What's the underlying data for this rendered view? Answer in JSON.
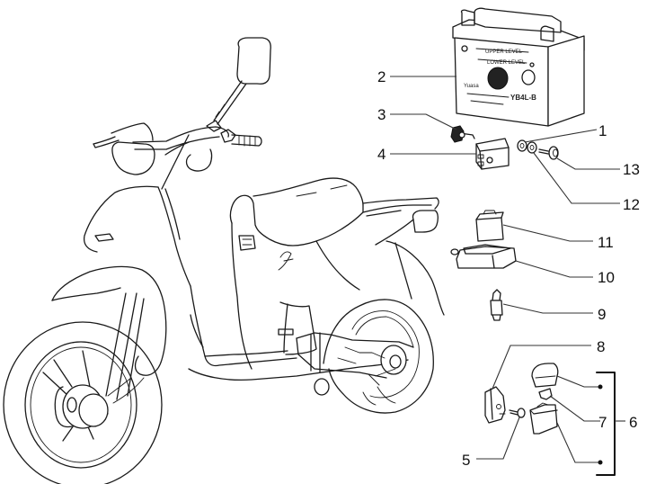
{
  "diagram": {
    "type": "exploded-parts-diagram",
    "subject": "scooter electrical components",
    "battery": {
      "model_label": "YB4L-B",
      "brand_label": "Yuasa",
      "level_marks": [
        "UPPER LEVEL",
        "LOWER LEVEL"
      ]
    },
    "callouts": [
      {
        "id": "1",
        "label": "1",
        "part": "washer"
      },
      {
        "id": "2",
        "label": "2",
        "part": "battery"
      },
      {
        "id": "3",
        "label": "3",
        "part": "clip"
      },
      {
        "id": "4",
        "label": "4",
        "part": "relay"
      },
      {
        "id": "5",
        "label": "5",
        "part": "screw"
      },
      {
        "id": "6",
        "label": "6",
        "part": "regulator-kit-group"
      },
      {
        "id": "7",
        "label": "7",
        "part": "fuse"
      },
      {
        "id": "8",
        "label": "8",
        "part": "bracket"
      },
      {
        "id": "9",
        "label": "9",
        "part": "bulb"
      },
      {
        "id": "10",
        "label": "10",
        "part": "regulator-holder"
      },
      {
        "id": "11",
        "label": "11",
        "part": "flasher-relay"
      },
      {
        "id": "12",
        "label": "12",
        "part": "spring-washer"
      },
      {
        "id": "13",
        "label": "13",
        "part": "bolt"
      }
    ]
  }
}
